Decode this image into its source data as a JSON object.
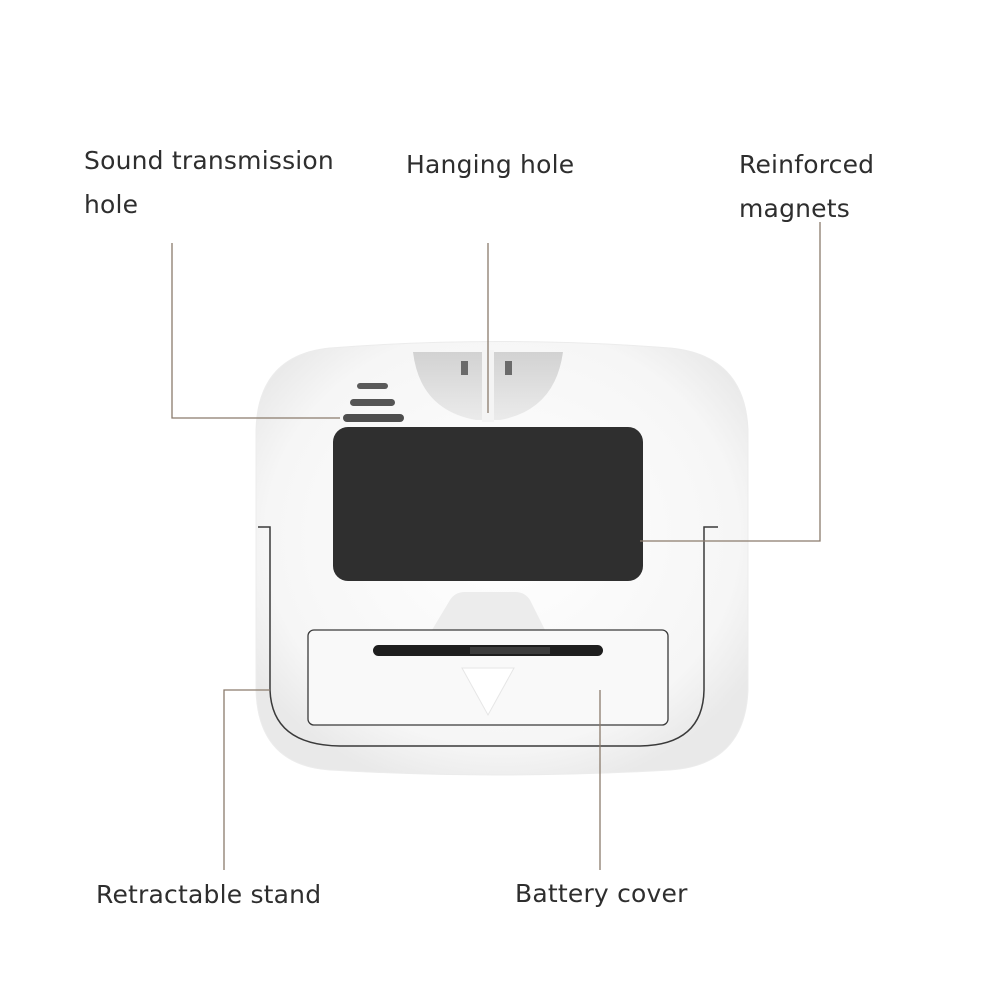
{
  "labels": {
    "sound_line1": "Sound transmission",
    "sound_line2": "hole",
    "hanging": "Hanging hole",
    "magnets_line1": "Reinforced",
    "magnets_line2": "magnets",
    "stand": "Retractable stand",
    "battery": "Battery cover"
  },
  "colors": {
    "leader_line": "#8a7b6c",
    "device_body": "#f7f7f7",
    "magnet": "#2f2f2f",
    "text": "#2e2e2e"
  }
}
